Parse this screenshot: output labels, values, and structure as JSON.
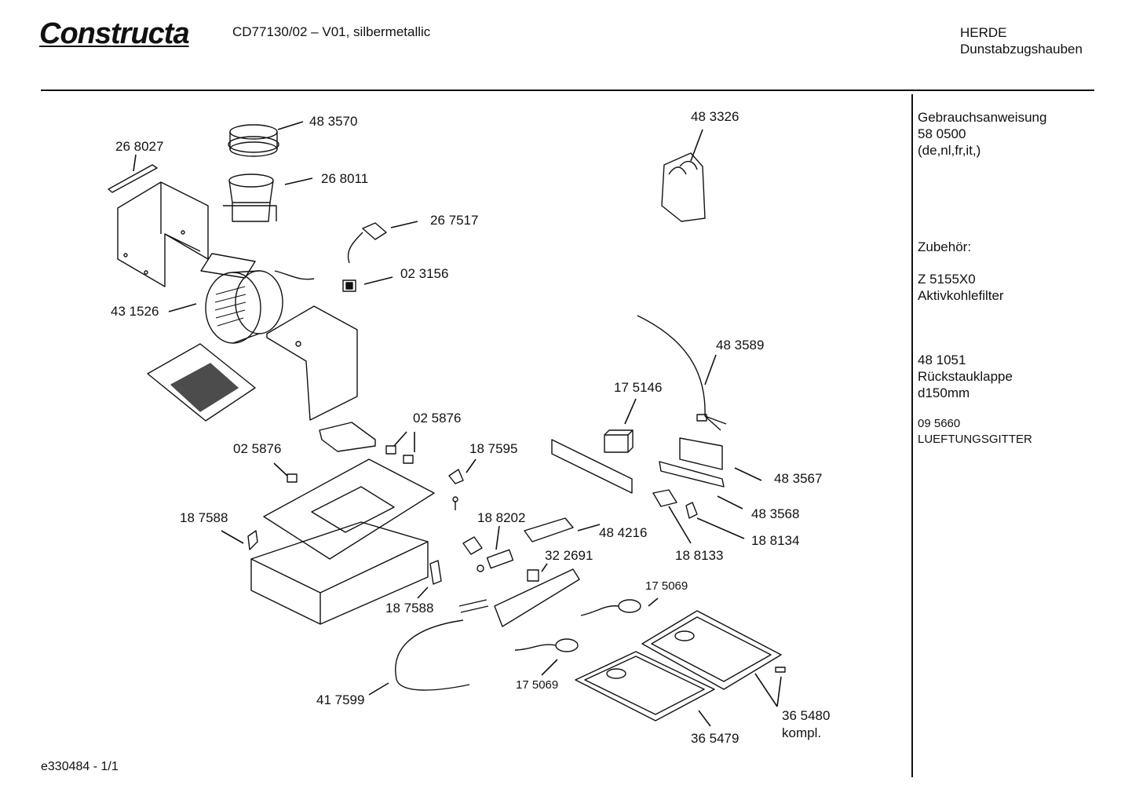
{
  "header": {
    "brand": "Constructa",
    "title": "CD77130/02 – V01, silbermetallic",
    "category_line1": "HERDE",
    "category_line2": "Dunstabzugshauben"
  },
  "sidebar": {
    "manual_title": "Gebrauchsanweisung",
    "manual_number": "58 0500",
    "manual_languages": "(de,nl,fr,it,)",
    "accessories_title": "Zubehör:",
    "acc1_number": "Z 5155X0",
    "acc1_name": "Aktivkohlefilter",
    "acc2_number": "48 1051",
    "acc2_name": "Rückstauklappe",
    "acc2_size": "d150mm",
    "acc3_number": "09 5660",
    "acc3_name": "LUEFTUNGSGITTER"
  },
  "parts": {
    "p483570": "48 3570",
    "p268027": "26 8027",
    "p268011": "26 8011",
    "p267517": "26 7517",
    "p023156": "02 3156",
    "p431526": "43 1526",
    "p483326": "48 3326",
    "p483589": "48 3589",
    "p175146": "17 5146",
    "p025876a": "02 5876",
    "p025876b": "02 5876",
    "p187595": "18 7595",
    "p483567": "48 3567",
    "p483568": "48 3568",
    "p188134": "18 8134",
    "p188133": "18 8133",
    "p187588a": "18 7588",
    "p188202": "18 8202",
    "p484216": "48 4216",
    "p322691": "32 2691",
    "p187588b": "18 7588",
    "p175069a": "17 5069",
    "p175069b": "17 5069",
    "p417599": "41 7599",
    "p365479": "36 5479",
    "p365480": "36 5480",
    "p365480_note": "kompl."
  },
  "footer": {
    "doc_id": "e330484 - 1/1"
  }
}
